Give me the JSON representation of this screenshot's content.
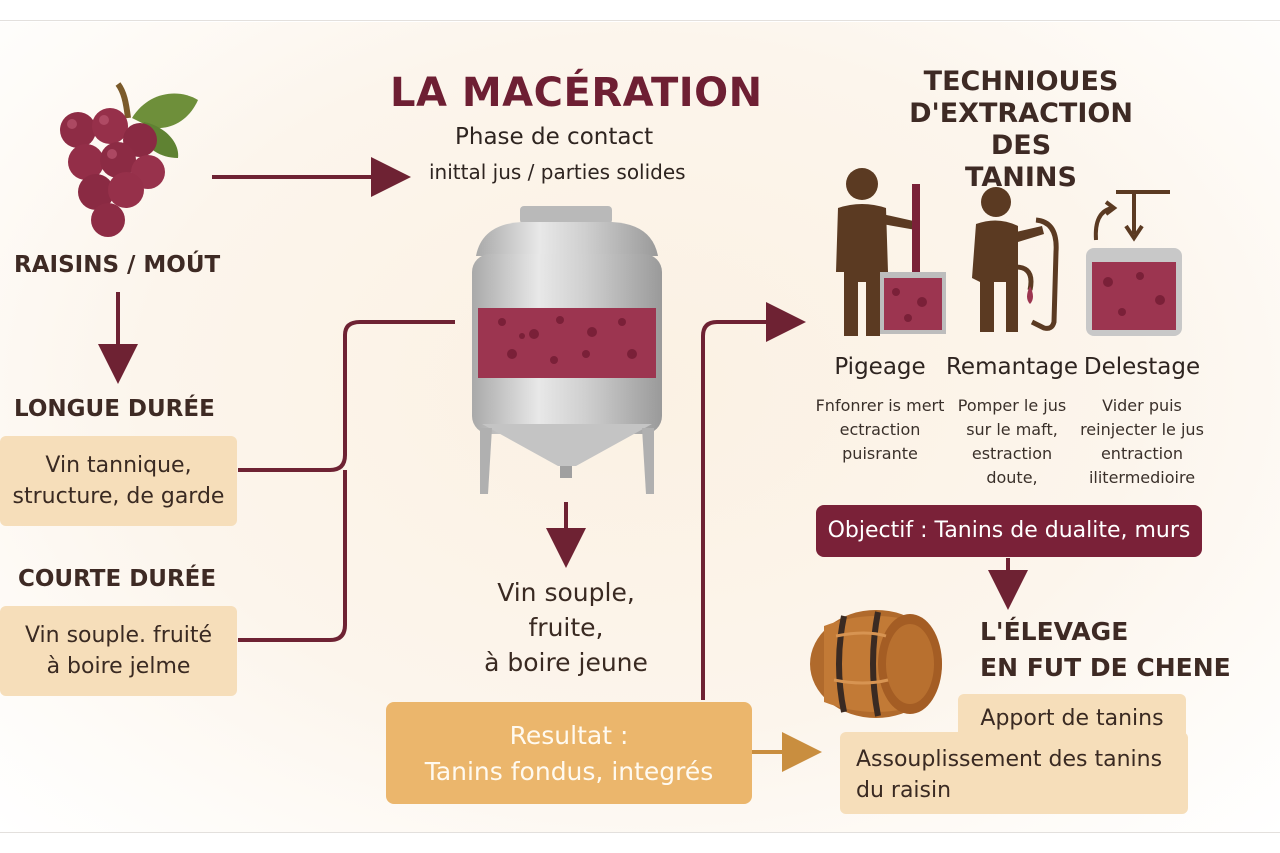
{
  "title": "LA MACÉRATION",
  "subtitle": "Phase de contact",
  "subtitle_2": "inittal jus / parties solides",
  "raisins_label": "RAISINS / MOÚT",
  "longue_label": "LONGUE DURÉE",
  "longue_box": [
    "Vin tannique,",
    "structure, de garde"
  ],
  "courte_label": "COURTE DURÉE",
  "courte_box": [
    "Vin souple. fruité",
    "à boire jelme"
  ],
  "tank_result": [
    "Vin souple,",
    "fruite,",
    "à boire jeune"
  ],
  "resultat_box": [
    "Resultat :",
    "Tanins fondus, integrés"
  ],
  "techniques": {
    "title": [
      "TECHNIOUES",
      "D'EXTRACTION DES",
      "TANINS"
    ],
    "items": [
      {
        "label": "Pigeage",
        "desc": [
          "Fnfonrer is mert",
          "ectraction",
          "puisrante"
        ]
      },
      {
        "label": "Remantage",
        "desc": [
          "Pomper le jus",
          "sur le maft,",
          "estraction",
          "doute,"
        ]
      },
      {
        "label": "Delestage",
        "desc": [
          "Vider puis",
          "reinjecter le jus",
          "entraction",
          "ilitermedioire"
        ]
      }
    ]
  },
  "objectif": "Objectif : Tanins de dualite, murs",
  "elevage": {
    "title": [
      "L'ÉLEVAGE",
      "EN FUT DE CHENE"
    ],
    "apport": "Apport de tanins",
    "assouplissement": [
      "Assouplissement des tanins",
      "du raisin"
    ]
  },
  "colors": {
    "wine": "#7a2138",
    "arrow": "#6e2233",
    "beige": "#f6deba",
    "gold": "#ebb66c",
    "figure": "#5b3a22"
  }
}
